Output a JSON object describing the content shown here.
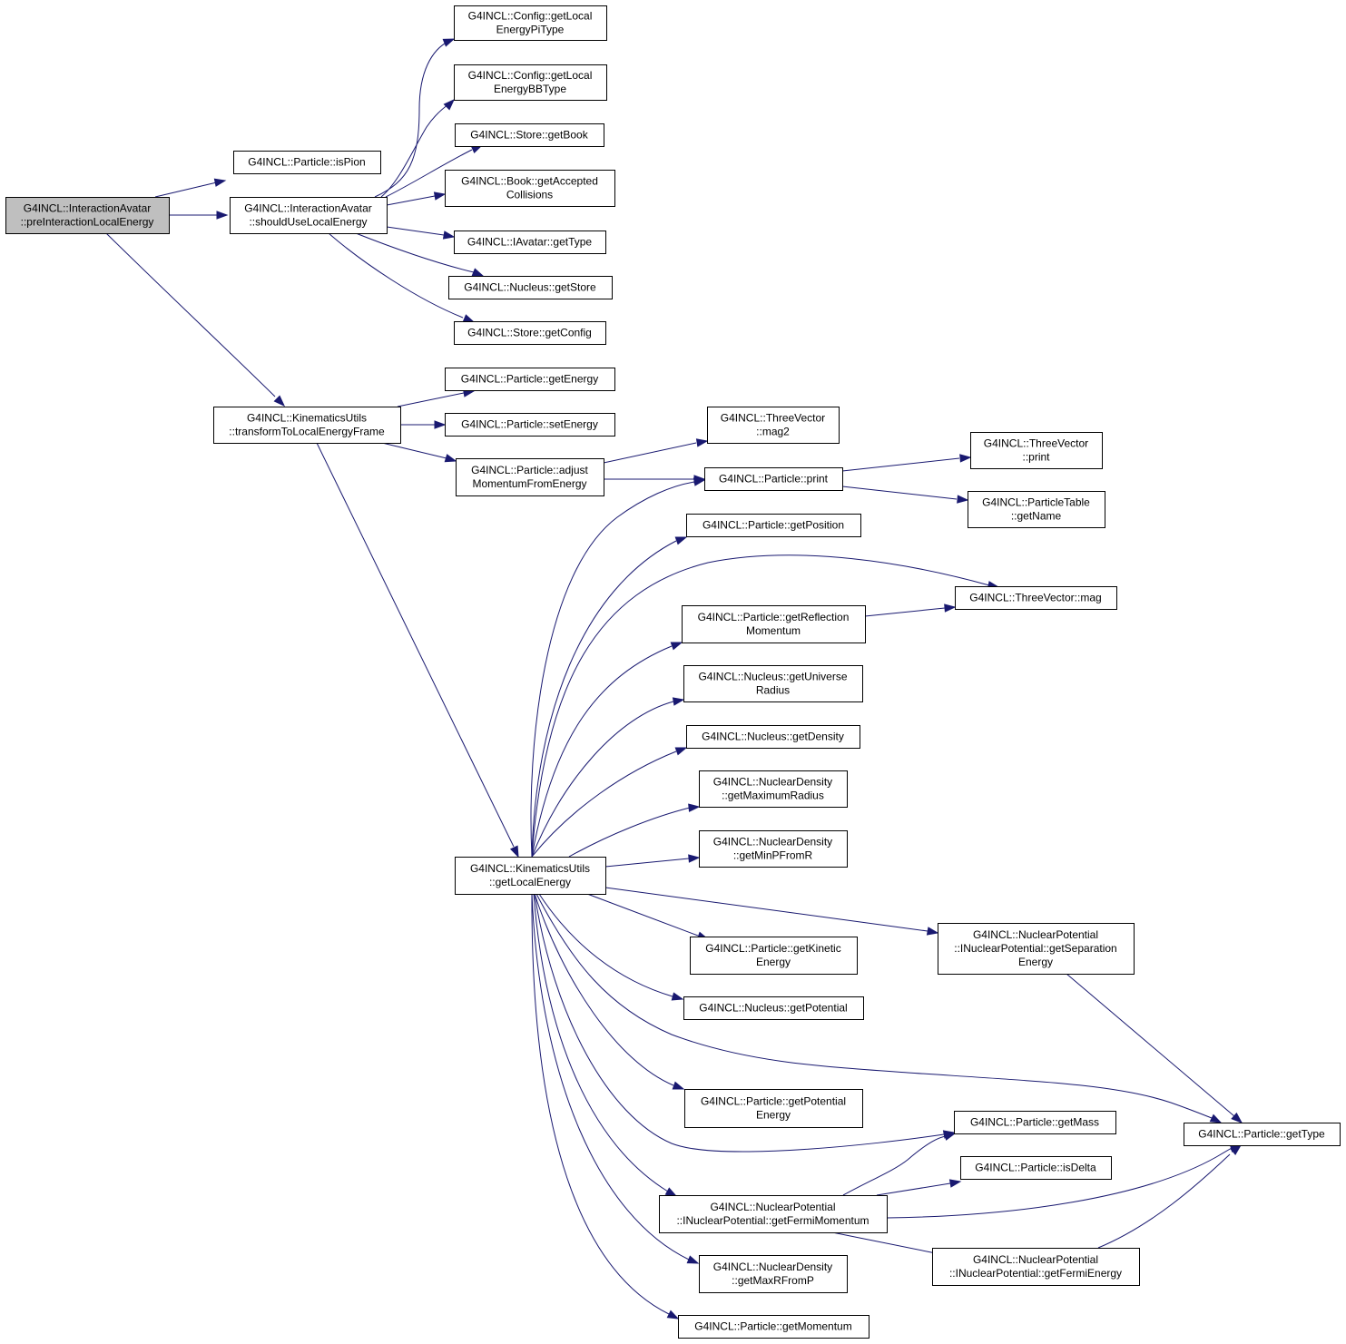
{
  "graph": {
    "nodes": [
      {
        "id": "root",
        "lines": [
          "G4INCL::InteractionAvatar",
          "::preInteractionLocalEnergy"
        ]
      },
      {
        "id": "isPion",
        "lines": [
          "G4INCL::Particle::isPion"
        ]
      },
      {
        "id": "shouldUse",
        "lines": [
          "G4INCL::InteractionAvatar",
          "::shouldUseLocalEnergy"
        ]
      },
      {
        "id": "transform",
        "lines": [
          "G4INCL::KinematicsUtils",
          "::transformToLocalEnergyFrame"
        ]
      },
      {
        "id": "cfgPi",
        "lines": [
          "G4INCL::Config::getLocal",
          "EnergyPiType"
        ]
      },
      {
        "id": "cfgBB",
        "lines": [
          "G4INCL::Config::getLocal",
          "EnergyBBType"
        ]
      },
      {
        "id": "storeBook",
        "lines": [
          "G4INCL::Store::getBook"
        ]
      },
      {
        "id": "bookAcc",
        "lines": [
          "G4INCL::Book::getAccepted",
          "Collisions"
        ]
      },
      {
        "id": "iavType",
        "lines": [
          "G4INCL::IAvatar::getType"
        ]
      },
      {
        "id": "nucStore",
        "lines": [
          "G4INCL::Nucleus::getStore"
        ]
      },
      {
        "id": "storeConfig",
        "lines": [
          "G4INCL::Store::getConfig"
        ]
      },
      {
        "id": "getEnergy",
        "lines": [
          "G4INCL::Particle::getEnergy"
        ]
      },
      {
        "id": "setEnergy",
        "lines": [
          "G4INCL::Particle::setEnergy"
        ]
      },
      {
        "id": "adjust",
        "lines": [
          "G4INCL::Particle::adjust",
          "MomentumFromEnergy"
        ]
      },
      {
        "id": "mag2",
        "lines": [
          "G4INCL::ThreeVector",
          "::mag2"
        ]
      },
      {
        "id": "pprint",
        "lines": [
          "G4INCL::Particle::print"
        ]
      },
      {
        "id": "tvprint",
        "lines": [
          "G4INCL::ThreeVector",
          "::print"
        ]
      },
      {
        "id": "ptName",
        "lines": [
          "G4INCL::ParticleTable",
          "::getName"
        ]
      },
      {
        "id": "getPos",
        "lines": [
          "G4INCL::Particle::getPosition"
        ]
      },
      {
        "id": "mag",
        "lines": [
          "G4INCL::ThreeVector::mag"
        ]
      },
      {
        "id": "getRefl",
        "lines": [
          "G4INCL::Particle::getReflection",
          "Momentum"
        ]
      },
      {
        "id": "univRad",
        "lines": [
          "G4INCL::Nucleus::getUniverse",
          "Radius"
        ]
      },
      {
        "id": "getDensity",
        "lines": [
          "G4INCL::Nucleus::getDensity"
        ]
      },
      {
        "id": "maxRad",
        "lines": [
          "G4INCL::NuclearDensity",
          "::getMaximumRadius"
        ]
      },
      {
        "id": "minP",
        "lines": [
          "G4INCL::NuclearDensity",
          "::getMinPFromR"
        ]
      },
      {
        "id": "getLocal",
        "lines": [
          "G4INCL::KinematicsUtils",
          "::getLocalEnergy"
        ]
      },
      {
        "id": "sepEnergy",
        "lines": [
          "G4INCL::NuclearPotential",
          "::INuclearPotential::getSeparation",
          "Energy"
        ]
      },
      {
        "id": "kinetic",
        "lines": [
          "G4INCL::Particle::getKinetic",
          "Energy"
        ]
      },
      {
        "id": "nucPot",
        "lines": [
          "G4INCL::Nucleus::getPotential"
        ]
      },
      {
        "id": "potEnergy",
        "lines": [
          "G4INCL::Particle::getPotential",
          "Energy"
        ]
      },
      {
        "id": "getMass",
        "lines": [
          "G4INCL::Particle::getMass"
        ]
      },
      {
        "id": "getType",
        "lines": [
          "G4INCL::Particle::getType"
        ]
      },
      {
        "id": "isDelta",
        "lines": [
          "G4INCL::Particle::isDelta"
        ]
      },
      {
        "id": "fermiMom",
        "lines": [
          "G4INCL::NuclearPotential",
          "::INuclearPotential::getFermiMomentum"
        ]
      },
      {
        "id": "fermiEn",
        "lines": [
          "G4INCL::NuclearPotential",
          "::INuclearPotential::getFermiEnergy"
        ]
      },
      {
        "id": "maxRFromP",
        "lines": [
          "G4INCL::NuclearDensity",
          "::getMaxRFromP"
        ]
      },
      {
        "id": "getMom",
        "lines": [
          "G4INCL::Particle::getMomentum"
        ]
      }
    ],
    "colors": {
      "edge": "#191970",
      "root_fill": "#bfbfbf",
      "node_fill": "#ffffff",
      "node_stroke": "#000000"
    }
  }
}
